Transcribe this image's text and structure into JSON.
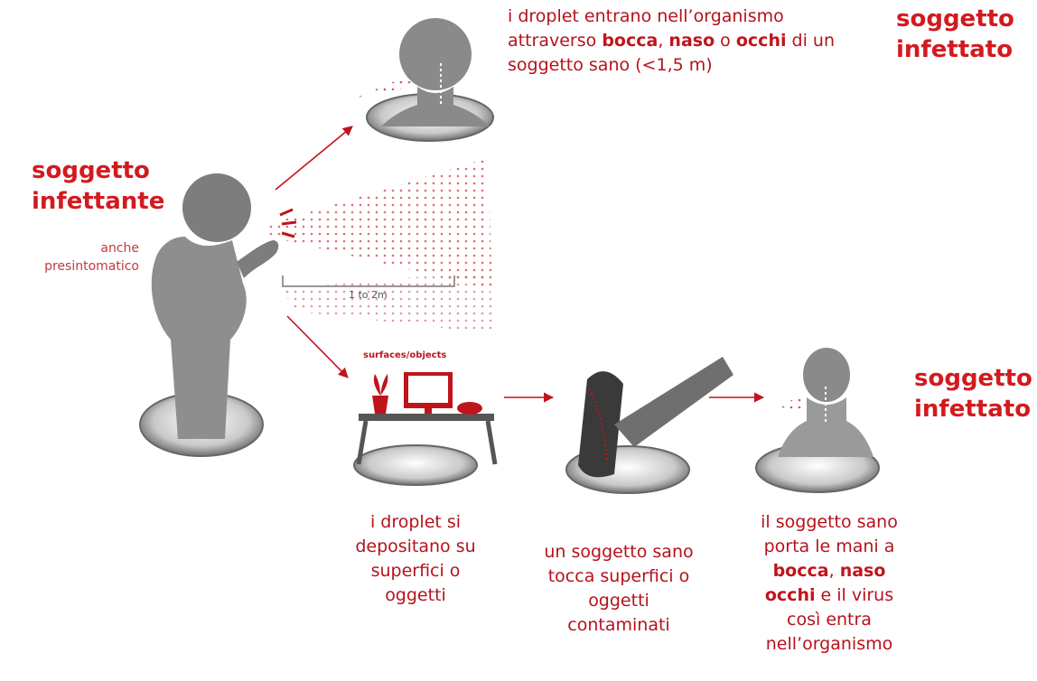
{
  "infecting": {
    "title_line1": "soggetto",
    "title_line2": "infettante",
    "note_line1": "anche",
    "note_line2": "presintomatico"
  },
  "direct": {
    "line1": "i droplet entrano nell’organismo",
    "line2_pre": "attraverso ",
    "line2_b1": "bocca",
    "line2_mid1": ", ",
    "line2_b2": "naso",
    "line2_mid2": " o ",
    "line2_b3": "occhi",
    "line2_post": " di un",
    "line3": "soggetto sano (<1,5 m)"
  },
  "infected_top": {
    "line1": "soggetto",
    "line2": "infettato"
  },
  "infected_right": {
    "line1": "soggetto",
    "line2": "infettato"
  },
  "distance_label": "1 to 2m",
  "surfaces_label": "surfaces/objects",
  "step1": {
    "l1": "i droplet si",
    "l2": "depositano su",
    "l3": "superfici o",
    "l4": "oggetti"
  },
  "step2": {
    "l1": "un soggetto sano",
    "l2": "tocca superfici o",
    "l3": "oggetti",
    "l4": "contaminati"
  },
  "step3": {
    "l1": "il soggetto sano",
    "l2": "porta le mani a",
    "l3_b1": "bocca",
    "l3_sep": ", ",
    "l3_b2": "naso",
    "l4_b": "occhi",
    "l4_post": " e il virus",
    "l5": "così entra",
    "l6": "nell’organismo"
  },
  "colors": {
    "red": "#d31a1f",
    "grey": "#8c8c8c",
    "dark": "#555555"
  }
}
